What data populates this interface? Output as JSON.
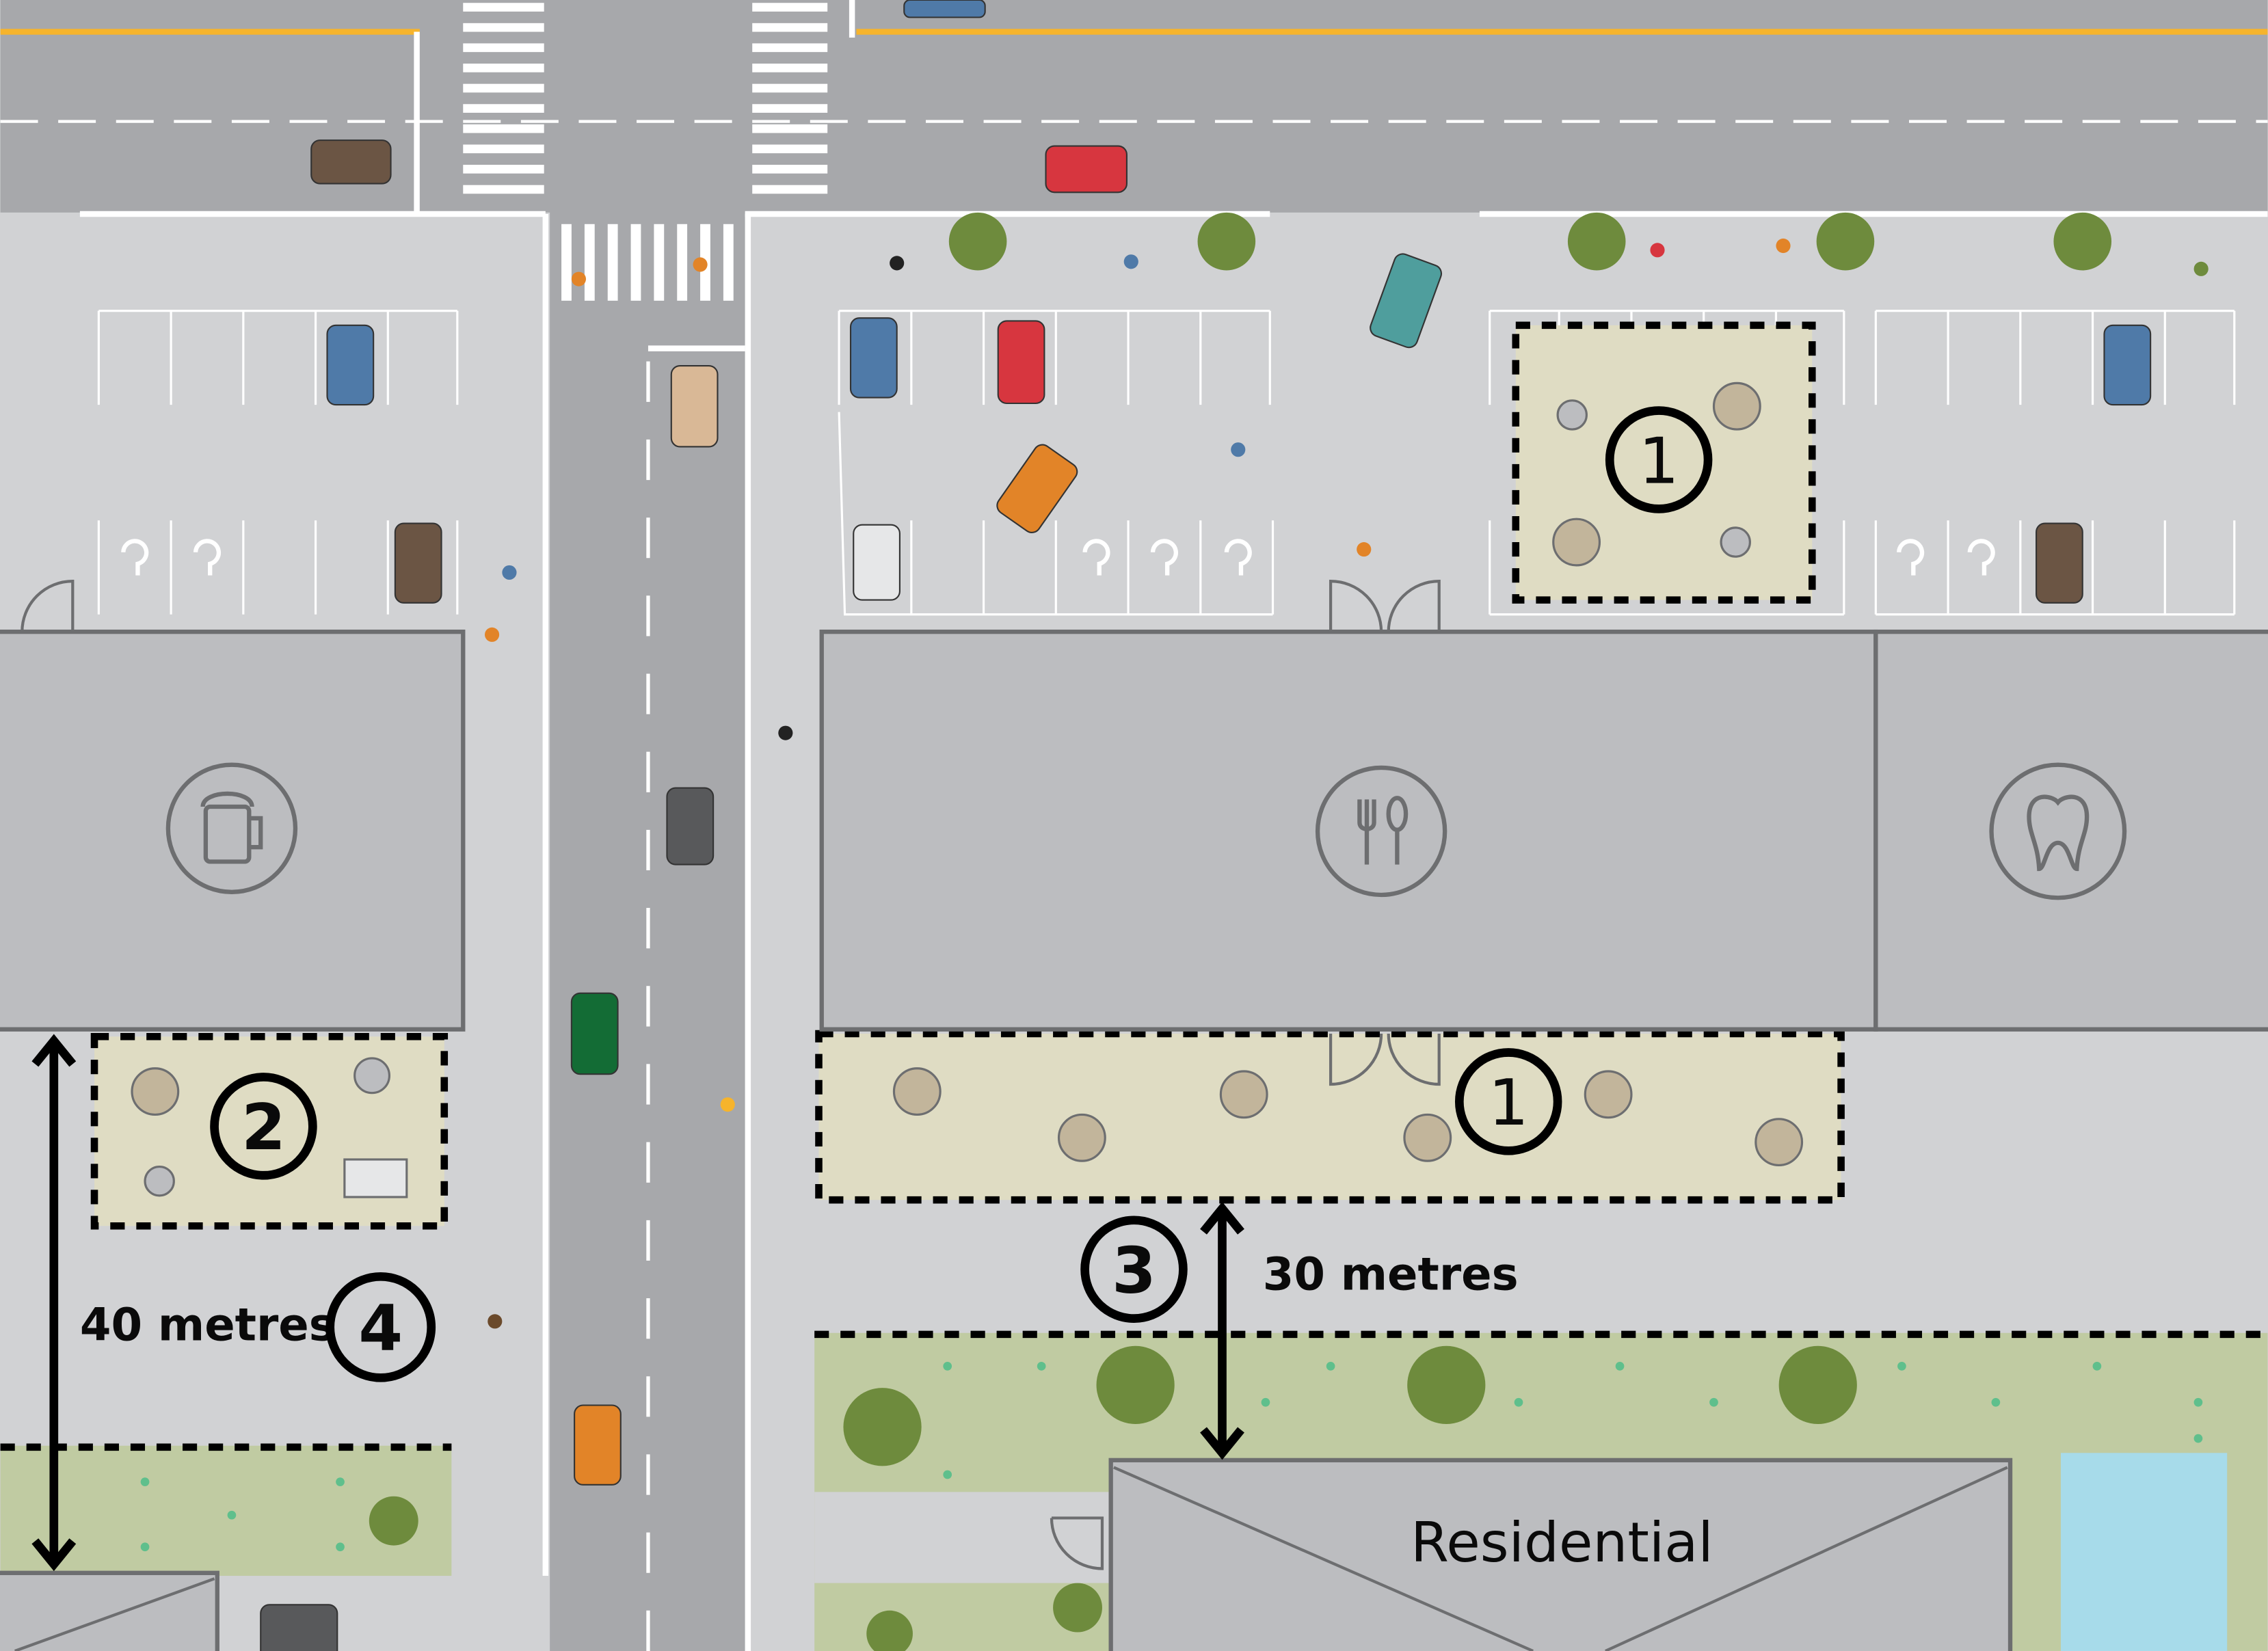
{
  "markers": {
    "patio_top": "1",
    "patio_front": "1",
    "patio_side": "2",
    "buffer_30": "3",
    "buffer_40": "4"
  },
  "distances": {
    "left": "40 metres",
    "right": "30 metres"
  },
  "buildings": {
    "residential": "Residential",
    "pub_icon": "beer-mug-icon",
    "restaurant_icon": "fork-and-spoon-icon",
    "dentist_icon": "tooth-icon"
  },
  "colors": {
    "road": "#a7a8ab",
    "sidewalk": "#d1d2d4",
    "building": "#bcbdc0",
    "building_outline": "#6d6e70",
    "patio": "#dfdcc3",
    "grass": "#c0cba2",
    "water": "#a7dbea",
    "tree": "#6e8b3d",
    "road_centre_line": "#f6b42c"
  }
}
